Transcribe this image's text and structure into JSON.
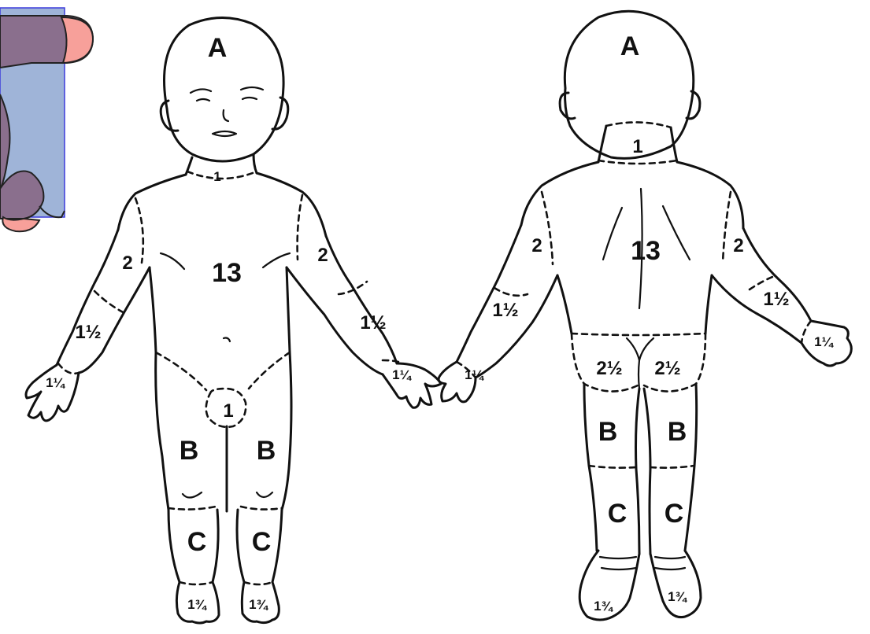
{
  "labels": {
    "head": "A",
    "neck": "1",
    "trunk": "13",
    "upper_arm": "2",
    "forearm": "1½",
    "hand": "1¼",
    "genitalia": "1",
    "buttock": "2½",
    "thigh": "B",
    "leg": "C",
    "foot": "1¾"
  },
  "colors": {
    "line": "#111111",
    "overlay_fill": "#9fb4d8",
    "overlay_border": "#3b3bdb",
    "finger_tip": "#f7a09a",
    "finger_skin": "#8a6f8d"
  }
}
